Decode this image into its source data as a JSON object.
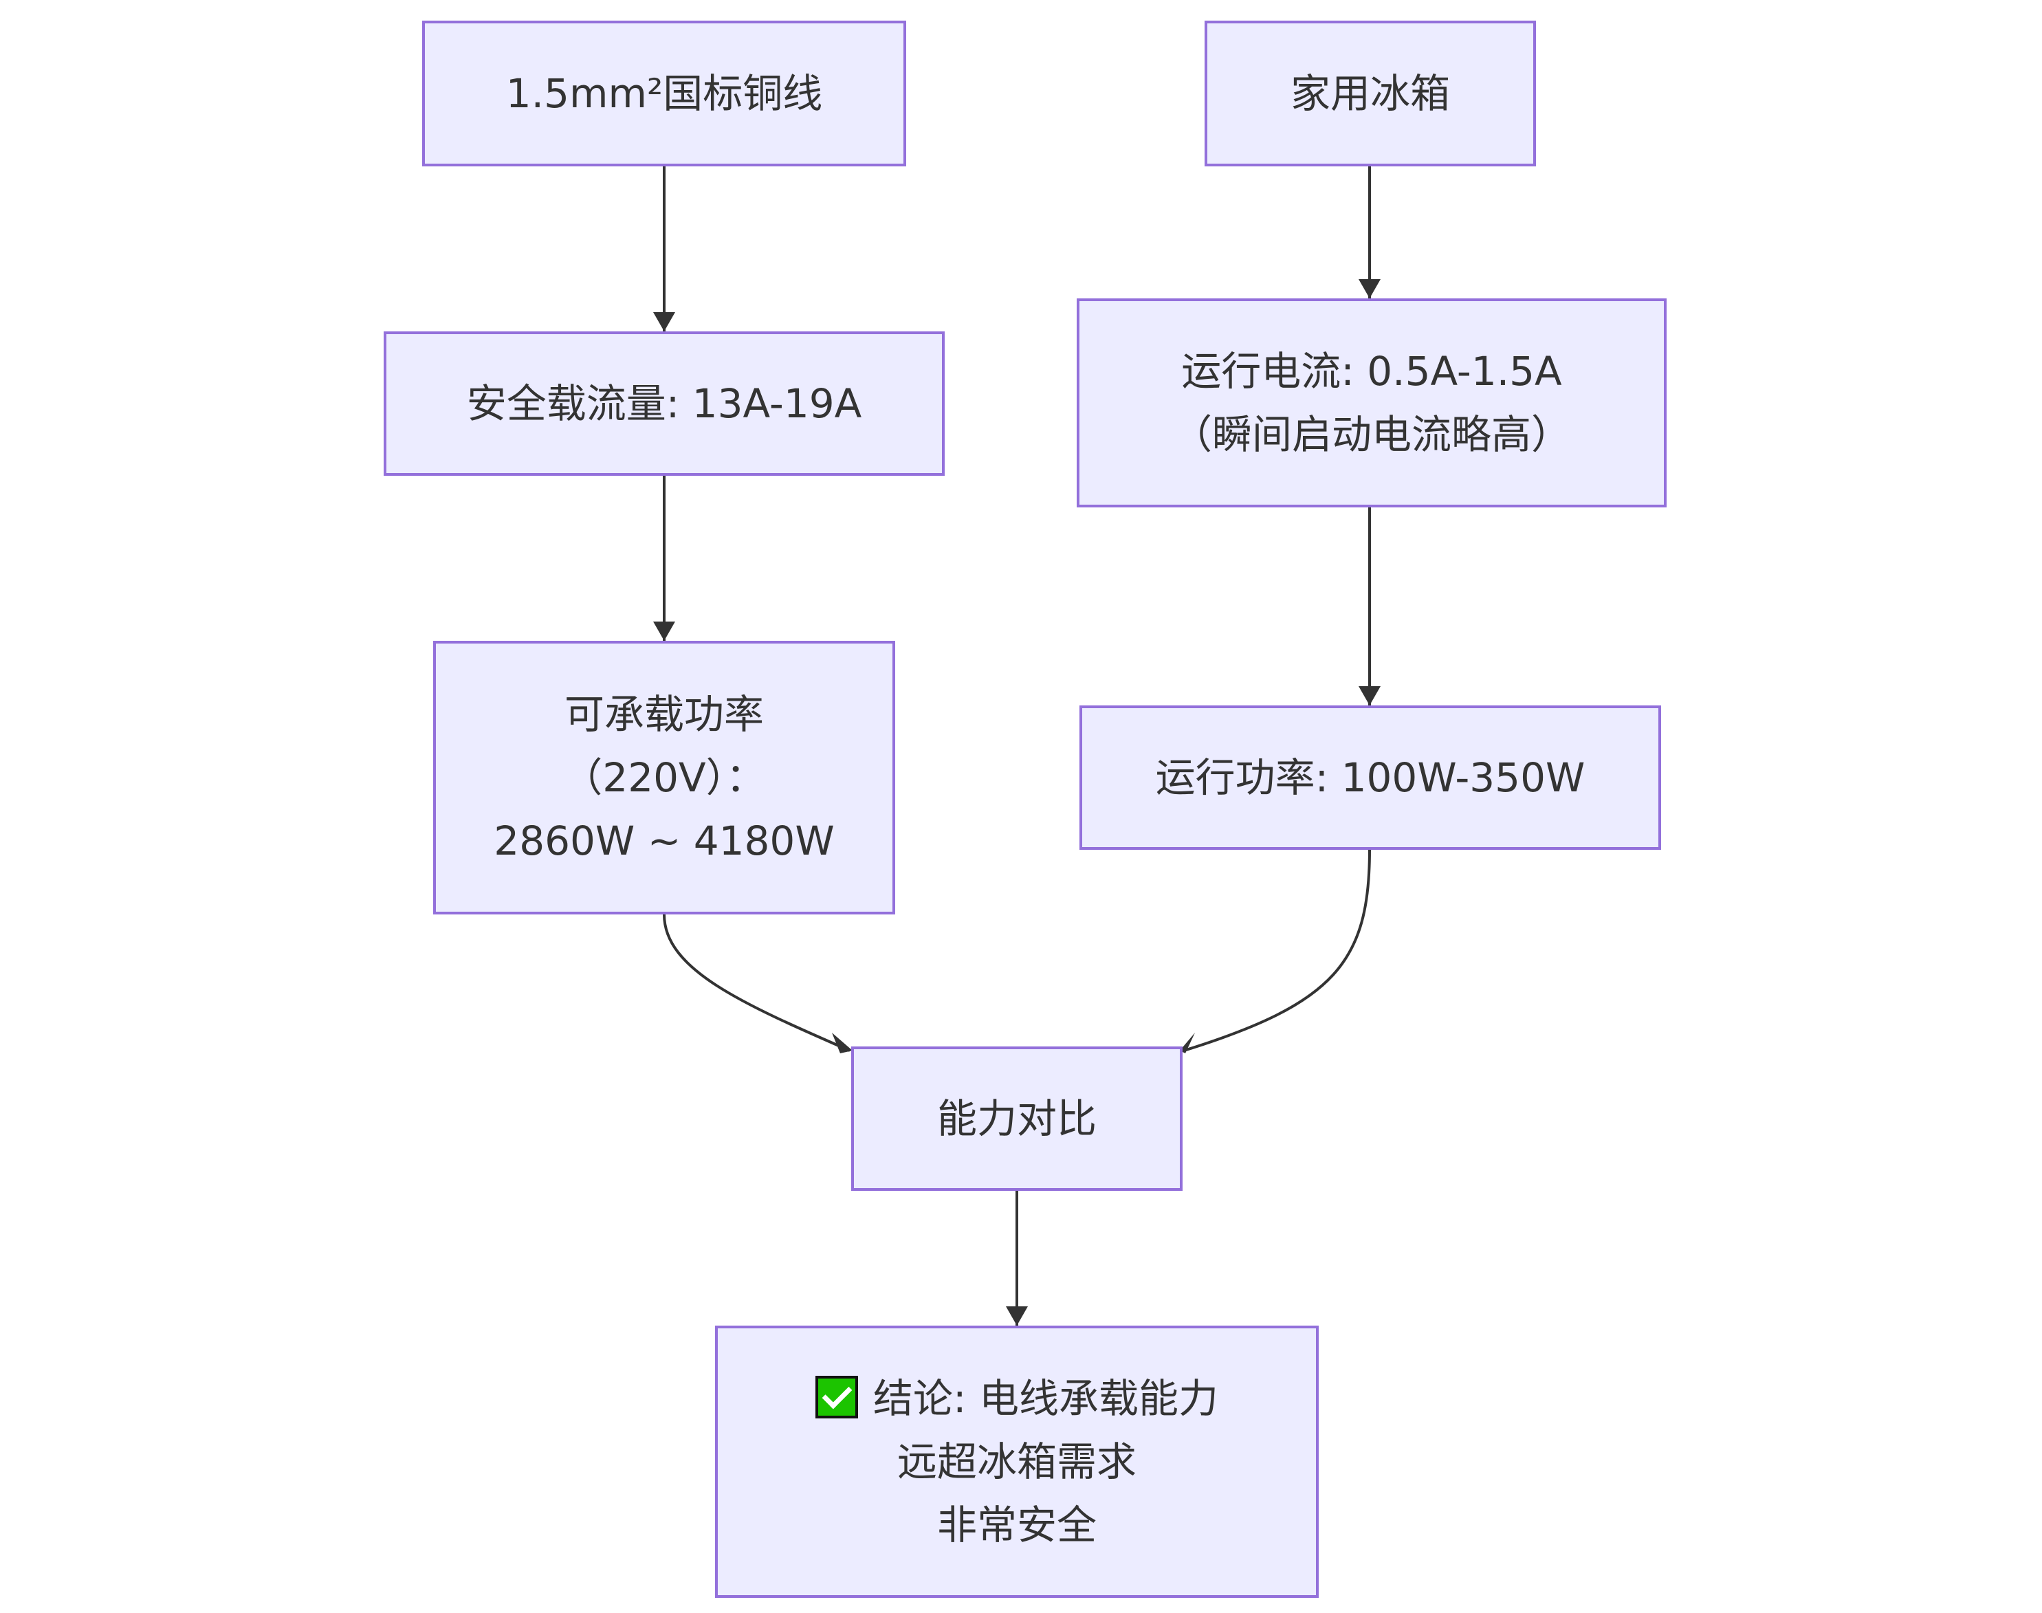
{
  "diagram": {
    "nodes": {
      "wire": {
        "label": "1.5mm²国标铜线"
      },
      "fridge": {
        "label": "家用冰箱"
      },
      "capacity": {
        "label": "安全载流量: 13A-19A"
      },
      "current": {
        "line1": "运行电流: 0.5A-1.5A",
        "line2": "（瞬间启动电流略高）"
      },
      "power_capacity": {
        "line1": "可承载功率",
        "line2": "（220V）：",
        "line3": "2860W ~ 4180W"
      },
      "running_power": {
        "label": "运行功率: 100W-350W"
      },
      "compare": {
        "label": "能力对比"
      },
      "conclusion": {
        "icon": "check-mark-icon",
        "line1": "结论: 电线承载能力",
        "line2": "远超冰箱需求",
        "line3": "非常安全"
      }
    },
    "edges": [
      {
        "from": "wire",
        "to": "capacity"
      },
      {
        "from": "capacity",
        "to": "power_capacity"
      },
      {
        "from": "fridge",
        "to": "current"
      },
      {
        "from": "current",
        "to": "running_power"
      },
      {
        "from": "power_capacity",
        "to": "compare"
      },
      {
        "from": "running_power",
        "to": "compare"
      },
      {
        "from": "compare",
        "to": "conclusion"
      }
    ],
    "colors": {
      "node_fill": "#ececff",
      "node_border": "#9370db",
      "text": "#333333",
      "edge": "#333333",
      "check_fill": "#1cc400"
    }
  }
}
